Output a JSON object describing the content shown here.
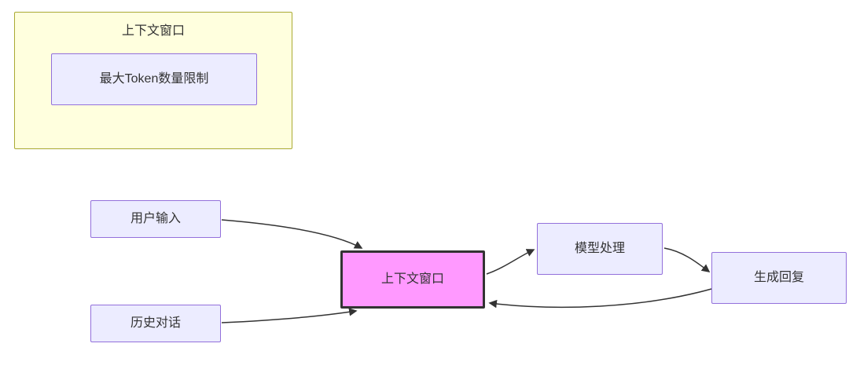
{
  "diagram": {
    "subgraph": {
      "title": "上下文窗口",
      "max_token_node": "最大Token数量限制"
    },
    "nodes": {
      "user_input": "用户输入",
      "history_dialog": "历史对话",
      "context_window": "上下文窗口",
      "model_processing": "模型处理",
      "generate_reply": "生成回复"
    },
    "edges": [
      {
        "from": "用户输入",
        "to": "上下文窗口"
      },
      {
        "from": "历史对话",
        "to": "上下文窗口"
      },
      {
        "from": "上下文窗口",
        "to": "模型处理"
      },
      {
        "from": "模型处理",
        "to": "生成回复"
      },
      {
        "from": "生成回复",
        "to": "上下文窗口"
      }
    ],
    "colors": {
      "background": "#FFFFFF",
      "subgraph_bg": "#FFFFDE",
      "subgraph_border": "#AAAA33",
      "node_bg": "#ECECFF",
      "node_border": "#9370DB",
      "highlight_bg": "#FF99FF",
      "highlight_border": "#333333",
      "edge": "#333333"
    }
  }
}
